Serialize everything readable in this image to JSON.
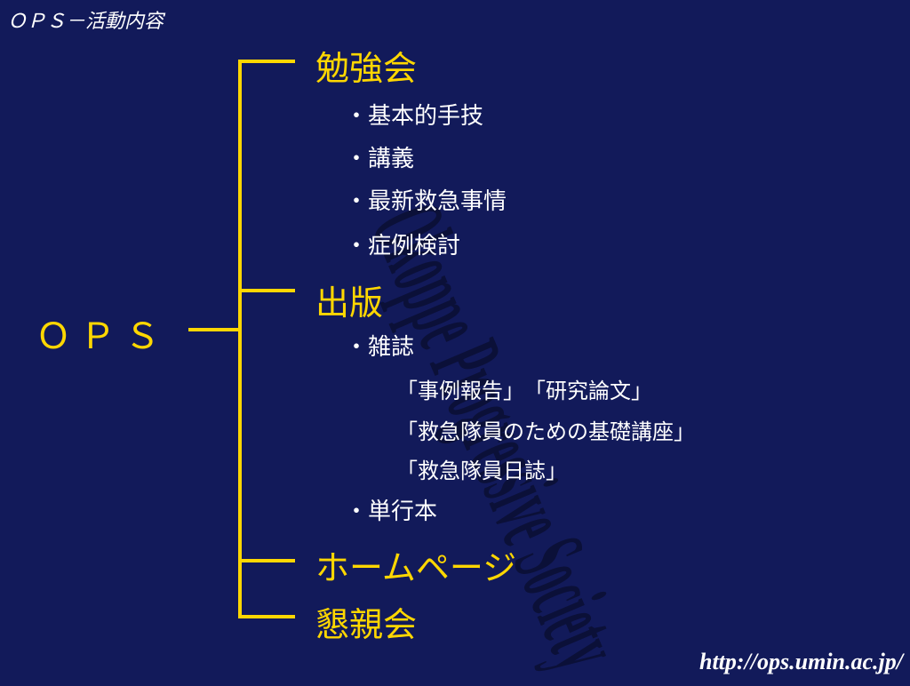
{
  "slide_title": "ＯＰＳ－活動内容",
  "root": "ＯＰＳ",
  "watermark": "Okoppe Progressive Society",
  "branches": [
    {
      "label": "勉強会",
      "items": [
        "・基本的手技",
        "・講義",
        "・最新救急事情",
        "・症例検討"
      ]
    },
    {
      "label": "出版",
      "items": [
        "・雑誌",
        "・単行本"
      ],
      "subitems": [
        "「事例報告」　「研究論文」",
        "「救急隊員のための基礎講座」",
        "「救急隊員日誌」"
      ]
    },
    {
      "label": "ホームページ"
    },
    {
      "label": "懇親会"
    }
  ],
  "url": "http://ops.umin.ac.jp/",
  "colors": {
    "background": "#121a5a",
    "accent": "#ffd700",
    "text": "#ffffff",
    "watermark": "#0b1038"
  }
}
